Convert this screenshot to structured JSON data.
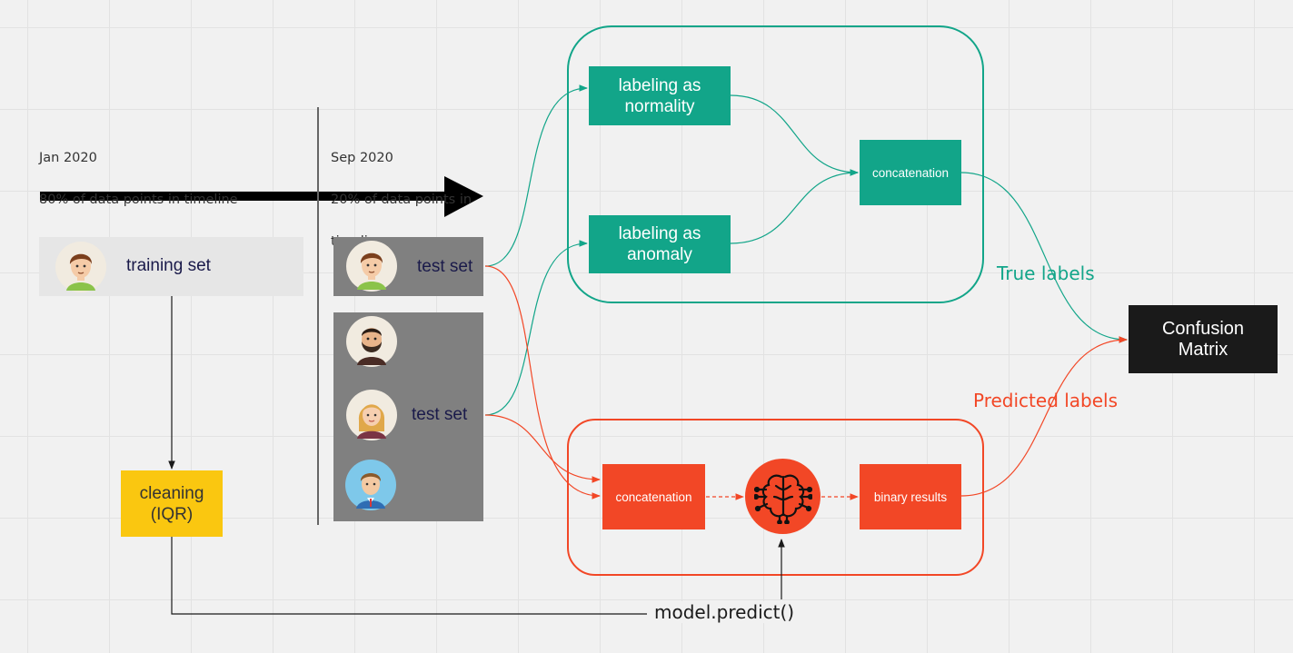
{
  "notes": {
    "jan_line1": "Jan 2020",
    "jan_line2": "80% of data points in timeline",
    "sep_line1": "Sep 2020",
    "sep_line2": "20% of data points in",
    "sep_line3": "timeline"
  },
  "panels": {
    "training_label": "training set",
    "test1_label": "test set",
    "test2_label": "test set"
  },
  "nodes": {
    "cleaning_line1": "cleaning",
    "cleaning_line2": "(IQR)",
    "labeling_normality_line1": "labeling as",
    "labeling_normality_line2": "normality",
    "labeling_anomaly_line1": "labeling as",
    "labeling_anomaly_line2": "anomaly",
    "concat_true": "concatenation",
    "concat_pred": "concatenation",
    "binary_results": "binary results",
    "confusion_line1": "Confusion",
    "confusion_line2": "Matrix",
    "model_icon": "brain-network-icon"
  },
  "edge_labels": {
    "true_labels": "True labels",
    "predicted_labels": "Predicted labels",
    "model_predict": "model.predict()"
  },
  "colors": {
    "teal": "#12a589",
    "red": "#f24726",
    "yellow": "#fac710",
    "black": "#1a1a1a",
    "panel_gray": "#808080",
    "panel_light": "#e6e6e6"
  }
}
